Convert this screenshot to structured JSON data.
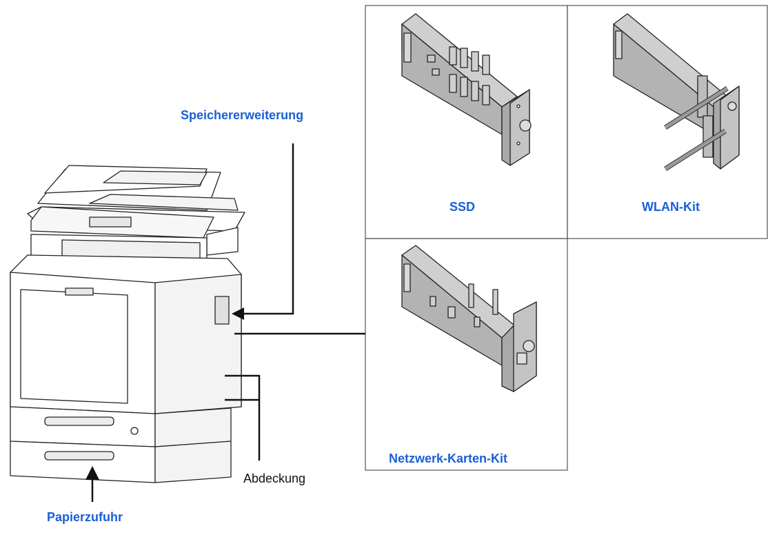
{
  "labels": {
    "memory_expansion": "Speichererweiterung",
    "paper_feeder": "Papierzufuhr",
    "cover": "Abdeckung",
    "ssd": "SSD",
    "wlan_kit": "WLAN-Kit",
    "network_card_kit": "Netzwerk-Karten-Kit"
  },
  "colors": {
    "label_blue": "#1a5fd6",
    "line": "#111111",
    "panel_border": "#555555",
    "card_fill": "#b9b9b9"
  }
}
